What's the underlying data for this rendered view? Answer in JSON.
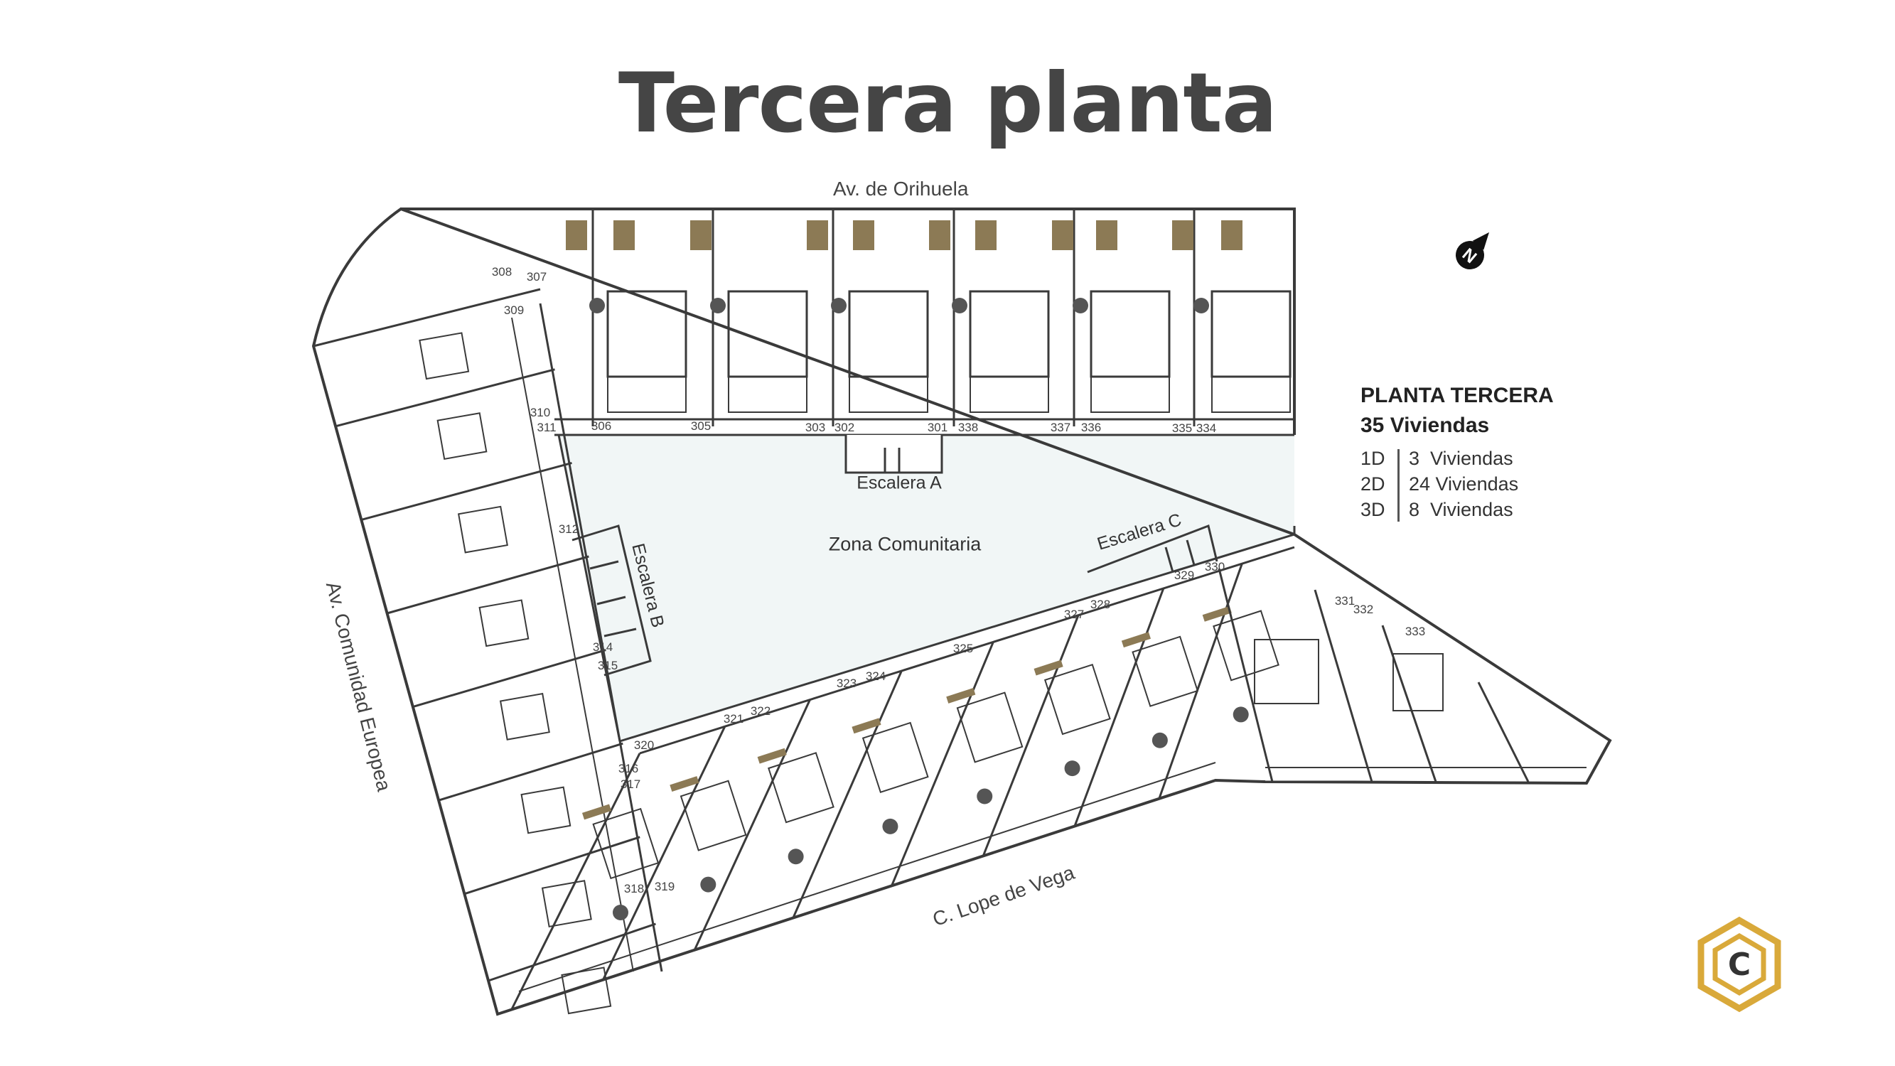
{
  "title": "Tercera planta",
  "streets": {
    "north": "Av. de Orihuela",
    "west": "Av. Comunidad Europea",
    "south": "C. Lope de Vega"
  },
  "areas": {
    "courtyard": "Zona Comunitaria",
    "stair_a": "Escalera A",
    "stair_b": "Escalera B",
    "stair_c": "Escalera C"
  },
  "units": [
    "308",
    "307",
    "309",
    "310",
    "311",
    "306",
    "305",
    "303",
    "302",
    "301",
    "338",
    "337",
    "336",
    "335",
    "334",
    "312",
    "314",
    "315",
    "316",
    "317",
    "318",
    "319",
    "320",
    "321",
    "322",
    "323",
    "324",
    "325",
    "327",
    "328",
    "329",
    "330",
    "331",
    "332",
    "333"
  ],
  "legend": {
    "heading": "PLANTA TERCERA",
    "total": "35 Viviendas",
    "rows": [
      {
        "type": "1D",
        "count": "3  Viviendas"
      },
      {
        "type": "2D",
        "count": "24 Viviendas"
      },
      {
        "type": "3D",
        "count": "8  Viviendas"
      }
    ]
  },
  "compass_letter": "N",
  "logo_letter": "C",
  "colors": {
    "wall": "#3a3a3a",
    "courtyard": "#f1f6f6",
    "wood": "#8c7a55",
    "logo_gold": "#d9a93a",
    "title": "#454545"
  }
}
